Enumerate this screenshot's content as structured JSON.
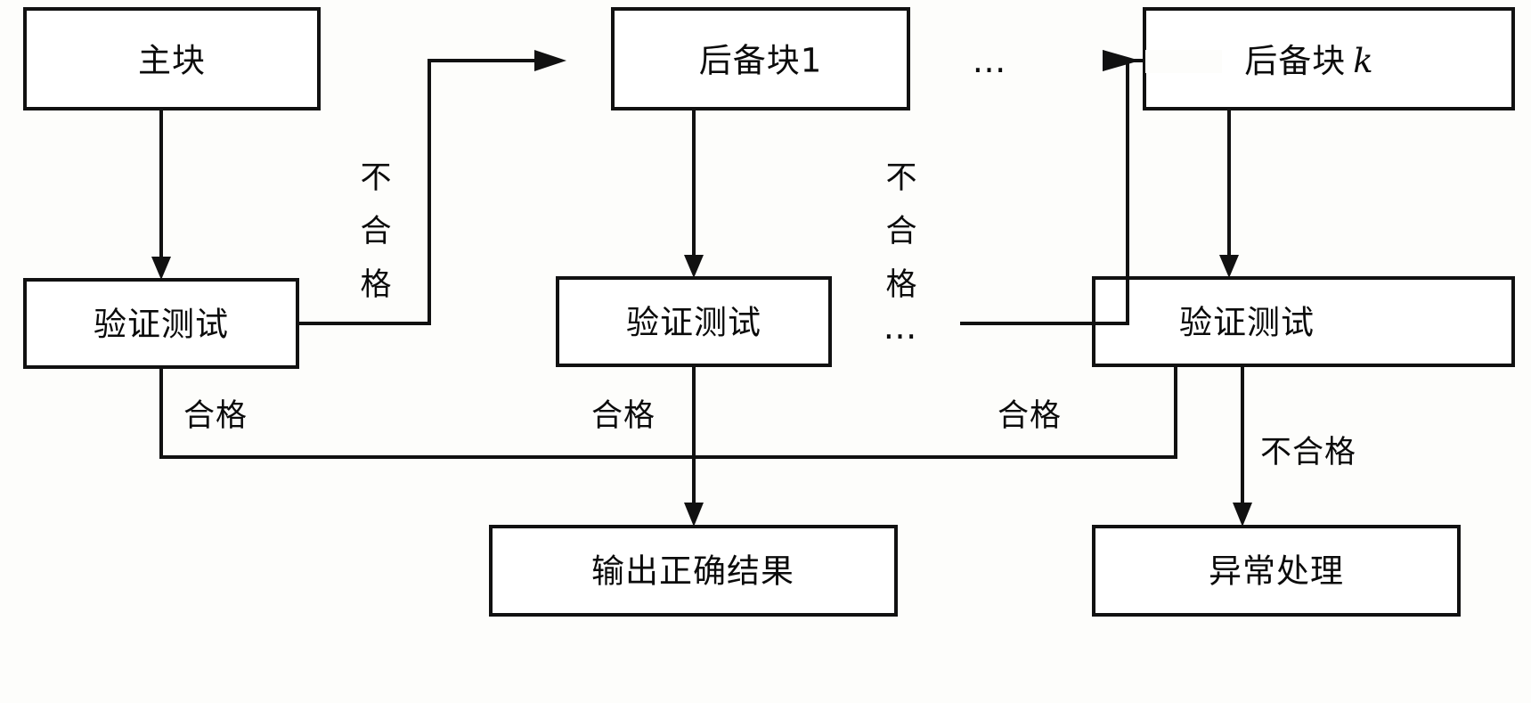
{
  "diagram": {
    "type": "flowchart",
    "title": "",
    "nodes": {
      "main_block": "主块",
      "backup_block_1": "后备块1",
      "backup_block_k_prefix": "后备块",
      "backup_block_k_index": "k",
      "verify_test_left": "验证测试",
      "verify_test_mid": "验证测试",
      "verify_test_right": "验证测试",
      "output_correct": "输出正确结果",
      "exception_handle": "异常处理"
    },
    "edge_labels": {
      "fail_left": "不合格",
      "fail_mid": "不合格",
      "pass_left": "合格",
      "pass_mid": "合格",
      "pass_right": "合格",
      "fail_right": "不合格"
    },
    "ellipsis_top": "…",
    "ellipsis_mid": "…",
    "colors": {
      "stroke": "#111111",
      "box_fill": "#ffffff",
      "text": "#0b0b0b",
      "background": "#fdfdfb"
    }
  }
}
